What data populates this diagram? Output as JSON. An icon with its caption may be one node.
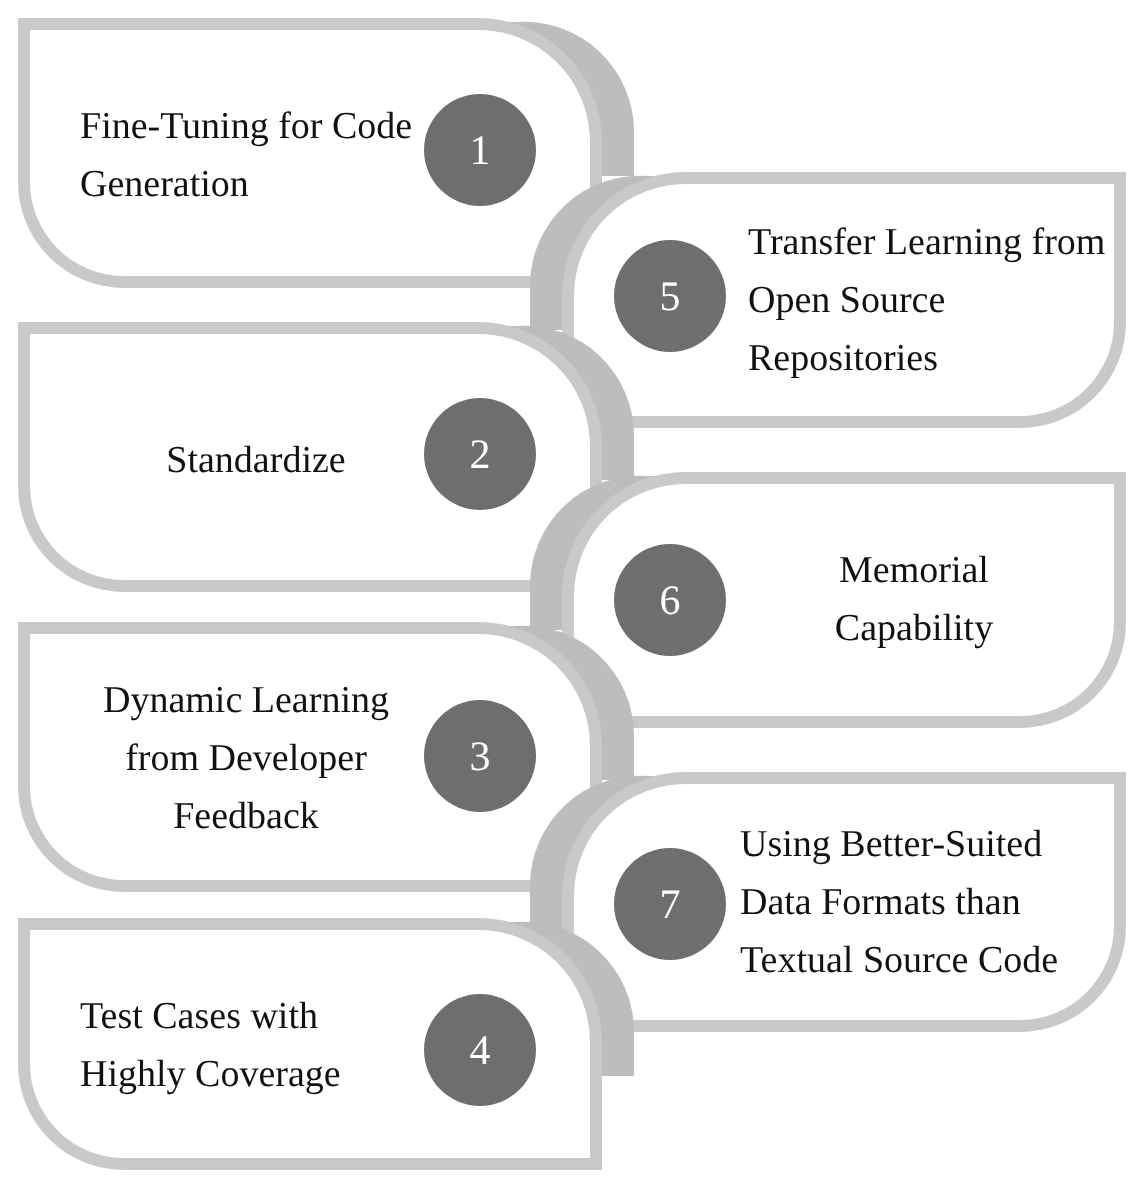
{
  "diagram": {
    "nodes": [
      {
        "text": [
          "Fine-Tuning for Code Generation"
        ]
      },
      {
        "text": [
          "1"
        ],
        "in": 0
      },
      {
        "text": [
          "Transfer Learning from Open Source Repositories"
        ]
      },
      {
        "text": [
          "5"
        ],
        "in": 2
      },
      {
        "text": [
          "Standardize"
        ]
      },
      {
        "text": [
          "2"
        ],
        "in": 4
      },
      {
        "text": [
          "Memorial Capability"
        ]
      },
      {
        "text": [
          "6"
        ],
        "in": 6
      },
      {
        "text": [
          "Dynamic Learning from Developer Feedback"
        ]
      },
      {
        "text": [
          "3"
        ],
        "in": 8
      },
      {
        "text": [
          "Using Better-Suited Data Formats than Textual Source Code"
        ]
      },
      {
        "text": [
          "7"
        ],
        "in": 10
      },
      {
        "text": [
          "Test Cases with Highly Coverage"
        ]
      },
      {
        "text": [
          "4"
        ],
        "in": 12
      }
    ]
  }
}
